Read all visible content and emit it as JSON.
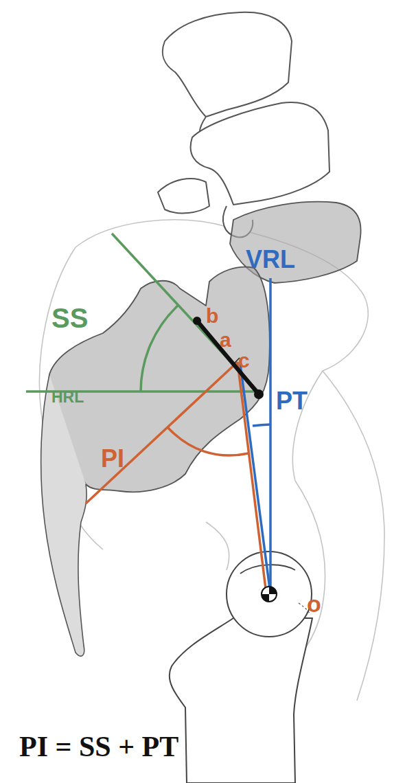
{
  "diagram": {
    "labels": [
      "SS",
      "VRL",
      "b",
      "a",
      "c",
      "HRL",
      "PT",
      "PI",
      "o",
      "PI = SS + PT"
    ]
  }
}
